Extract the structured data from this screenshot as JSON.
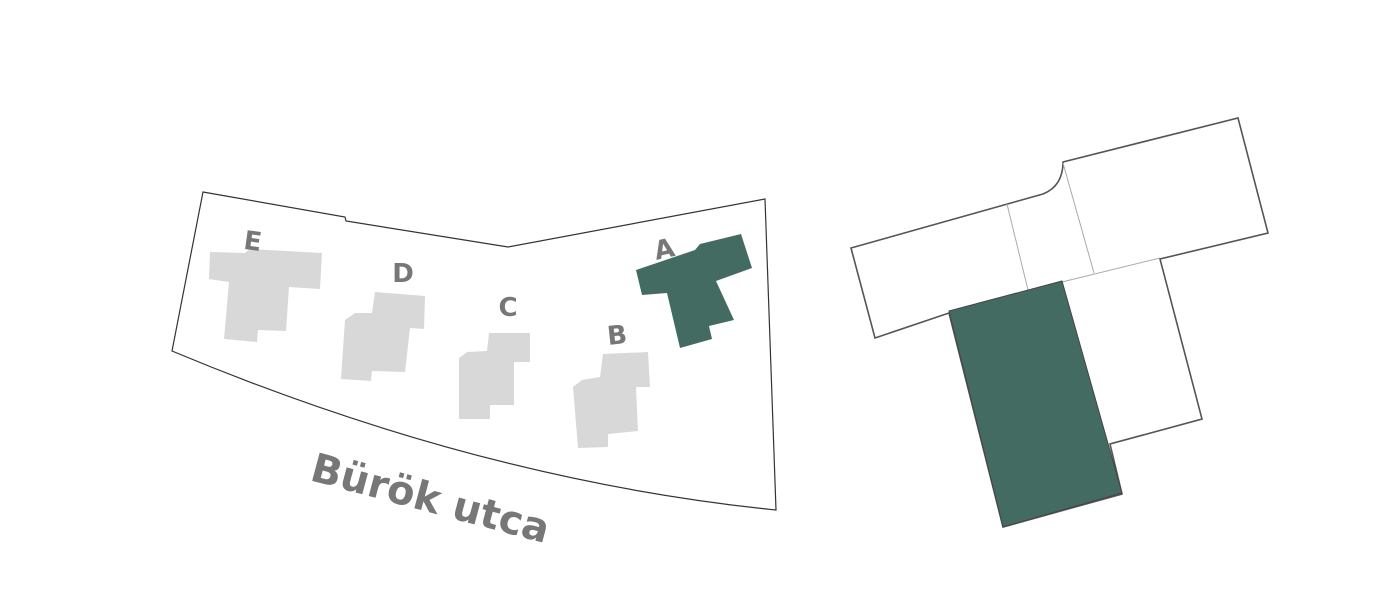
{
  "site_plan": {
    "buildings": [
      {
        "label": "A",
        "selected": true
      },
      {
        "label": "B",
        "selected": false
      },
      {
        "label": "C",
        "selected": false
      },
      {
        "label": "D",
        "selected": false
      },
      {
        "label": "E",
        "selected": false
      }
    ],
    "street_name": "Bürök utca"
  },
  "colors": {
    "selected": "#436b62",
    "unselected": "#d8d8d8",
    "label": "#777777",
    "outline": "#333333"
  }
}
